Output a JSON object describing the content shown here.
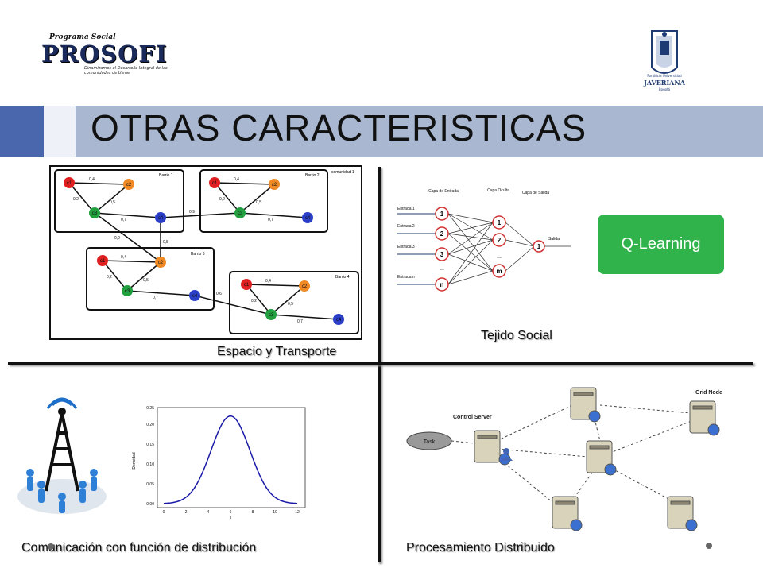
{
  "logo_left": {
    "small": "Programa Social",
    "big": "PROSOFI",
    "tagline": "Dinamizamos el Desarrollo Integral de las comunidades de Usme"
  },
  "logo_right": {
    "line1": "Pontificia Universidad",
    "line2": "JAVERIANA",
    "line3": "Bogotá"
  },
  "title": "OTRAS CARACTERISTICAS",
  "panels": {
    "transport": {
      "caption": "Espacio y Transporte",
      "community_label": "comunidad 1",
      "barrios": [
        "Barrio 1",
        "Barrio 2",
        "Barrio 3",
        "Barrio 4"
      ],
      "node_labels": {
        "c1": "c1",
        "c2": "c2",
        "c3": "c3",
        "c4": "c4"
      },
      "edge_labels": {
        "w04": "0,4",
        "w02": "0,2",
        "w05": "0,5",
        "w07": "0,7",
        "w09": "0,9",
        "w06": "0,6"
      }
    },
    "neural": {
      "caption": "Tejido Social",
      "layers": {
        "input": "Capa de Entrada",
        "hidden": "Capa Oculta",
        "output": "Capa de Salida"
      },
      "inputs": [
        "Entrada 1",
        "Entrada 2",
        "Entrada 3",
        "Entrada n"
      ],
      "input_nodes": [
        "1",
        "2",
        "3",
        "n"
      ],
      "hidden_nodes": [
        "1",
        "2",
        "m"
      ],
      "output_node": "1",
      "output_label": "Salida",
      "ellipsis": "..."
    },
    "qlearning": {
      "label": "Q-Learning"
    },
    "distribution": {
      "caption": "Comunicación con función de distribución",
      "ylabel": "Densidad",
      "xlabel": "x",
      "yticks": [
        "0,00",
        "0,05",
        "0,10",
        "0,15",
        "0,20",
        "0,25"
      ],
      "xticks": [
        "0",
        "2",
        "4",
        "6",
        "8",
        "10",
        "12"
      ]
    },
    "distributed": {
      "caption": "Procesamiento Distribuido",
      "control_server": "Control Server",
      "grid_node": "Grid Node",
      "task": "Task"
    }
  },
  "colors": {
    "accent": "#4a66ac",
    "title_bar": "#a9b8d0",
    "node_c1": "#e02020",
    "node_c2": "#f08a24",
    "node_c3": "#22a040",
    "node_c4": "#2a3ec8",
    "qlearning": "#2fb34a",
    "curve": "#1a1aa8"
  }
}
